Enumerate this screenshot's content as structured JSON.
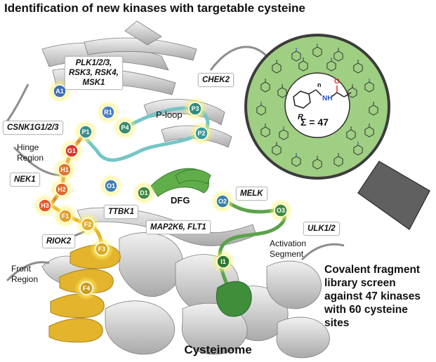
{
  "title": "Identification of new kinases with targetable cysteine",
  "callouts": {
    "plk": [
      "PLK1/2/3,",
      "RSK3, RSK4,",
      "MSK1"
    ],
    "chek2": "CHEK2",
    "csnk": "CSNK1G1/2/3",
    "nek1": "NEK1",
    "ttbk1": "TTBK1",
    "melk": "MELK",
    "map2k6": "MAP2K6, FLT1",
    "riok2": "RIOK2",
    "ulk": "ULK1/2"
  },
  "regions": {
    "ploop": "P-loop",
    "hinge": [
      "Hinge",
      "Region"
    ],
    "dfg": "DFG",
    "activation": [
      "Activation",
      "Segment"
    ],
    "front": [
      "Front",
      "Region"
    ]
  },
  "nodes": [
    {
      "id": "A1",
      "color": "#3f6fb8"
    },
    {
      "id": "R1",
      "color": "#4a7fc4"
    },
    {
      "id": "P4",
      "color": "#3a8c6a"
    },
    {
      "id": "P3",
      "color": "#2f8c7a"
    },
    {
      "id": "P2",
      "color": "#3a9a9a"
    },
    {
      "id": "P1",
      "color": "#3a8c8c"
    },
    {
      "id": "G1",
      "color": "#d9372e"
    },
    {
      "id": "H1",
      "color": "#e0762a"
    },
    {
      "id": "H2",
      "color": "#e06a2a"
    },
    {
      "id": "H3",
      "color": "#e05a2a"
    },
    {
      "id": "F1",
      "color": "#e0a02a"
    },
    {
      "id": "F2",
      "color": "#e0b030"
    },
    {
      "id": "F3",
      "color": "#d9a820"
    },
    {
      "id": "F4",
      "color": "#c99a20"
    },
    {
      "id": "O1",
      "color": "#3e7fb0"
    },
    {
      "id": "D1",
      "color": "#3d8a3d"
    },
    {
      "id": "O2",
      "color": "#3a7fa0"
    },
    {
      "id": "O3",
      "color": "#3d8a3d"
    },
    {
      "id": "I1",
      "color": "#2e7a2e"
    }
  ],
  "library": {
    "sigma_label": "Σ = 47",
    "r_label": "R",
    "n_label": "n",
    "nh_label": "NH",
    "o_label": "O",
    "circle_color": "#9fcf82"
  },
  "summary_lines": [
    "Covalent fragment",
    "library screen",
    "against 47 kinases",
    "with 60 cysteine",
    "sites"
  ],
  "bottom_label": "Cysteinome"
}
